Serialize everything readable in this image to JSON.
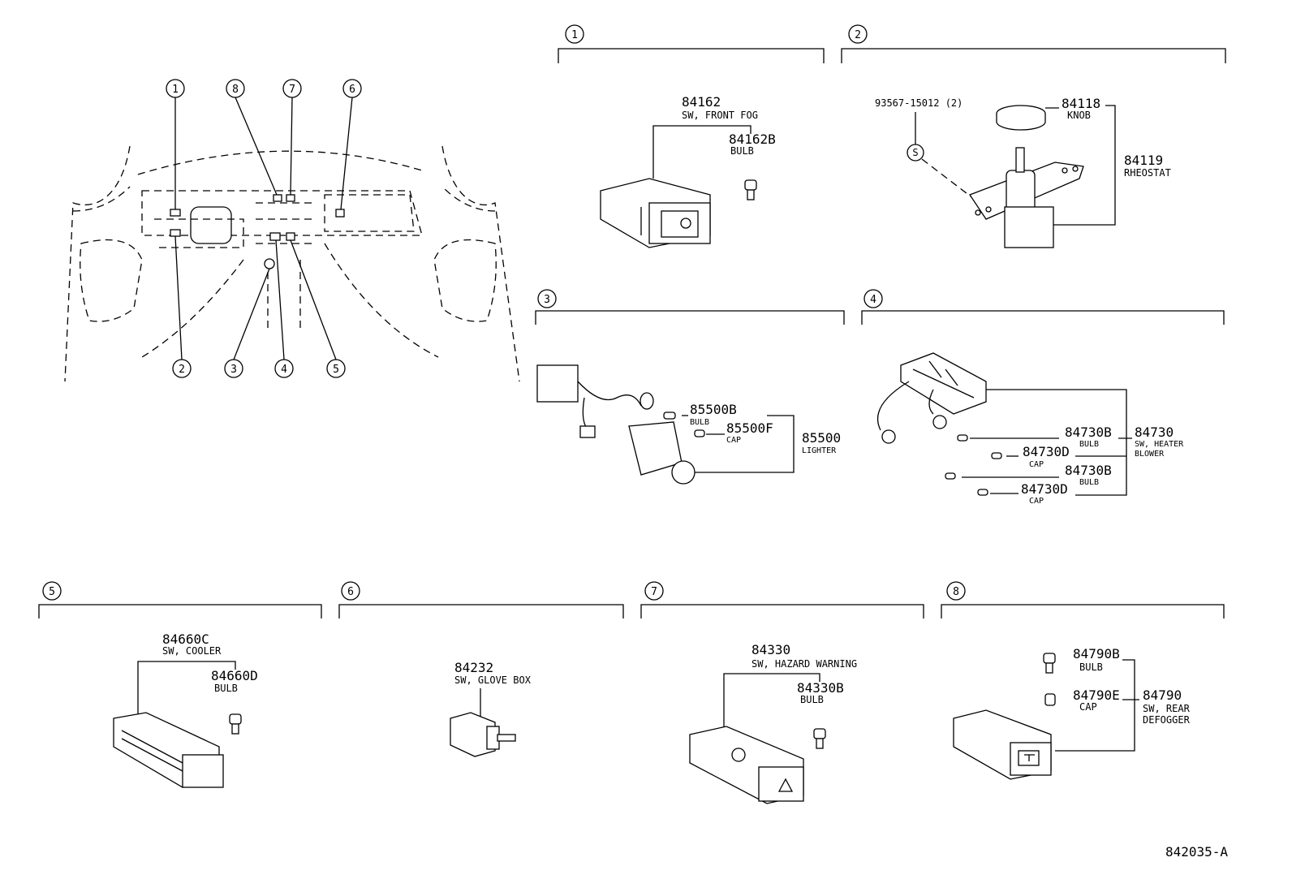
{
  "diagram": {
    "reference": "842035-A",
    "overview_callouts": [
      "1",
      "8",
      "7",
      "6",
      "2",
      "3",
      "4",
      "5"
    ],
    "sections": [
      {
        "num": "1",
        "parts": [
          {
            "no": "84162",
            "name": "SW, FRONT FOG"
          },
          {
            "no": "84162B",
            "name": "BULB"
          }
        ]
      },
      {
        "num": "2",
        "parts": [
          {
            "no": "93567-15012 (2)",
            "name": ""
          },
          {
            "no": "84118",
            "name": "KNOB"
          },
          {
            "no": "84119",
            "name": "RHEOSTAT"
          }
        ],
        "screw_mark": "S"
      },
      {
        "num": "3",
        "parts": [
          {
            "no": "85500B",
            "name": "BULB"
          },
          {
            "no": "85500F",
            "name": "CAP"
          },
          {
            "no": "85500",
            "name": "LIGHTER"
          }
        ]
      },
      {
        "num": "4",
        "parts": [
          {
            "no": "84730B",
            "name": "BULB"
          },
          {
            "no": "84730D",
            "name": "CAP"
          },
          {
            "no": "84730B",
            "name": "BULB"
          },
          {
            "no": "84730D",
            "name": "CAP"
          },
          {
            "no": "84730",
            "name": "SW, HEATER",
            "name2": "BLOWER"
          }
        ]
      },
      {
        "num": "5",
        "parts": [
          {
            "no": "84660C",
            "name": "SW, COOLER"
          },
          {
            "no": "84660D",
            "name": "BULB"
          }
        ]
      },
      {
        "num": "6",
        "parts": [
          {
            "no": "84232",
            "name": "SW, GLOVE BOX"
          }
        ]
      },
      {
        "num": "7",
        "parts": [
          {
            "no": "84330",
            "name": "SW, HAZARD WARNING"
          },
          {
            "no": "84330B",
            "name": "BULB"
          }
        ]
      },
      {
        "num": "8",
        "parts": [
          {
            "no": "84790B",
            "name": "BULB"
          },
          {
            "no": "84790E",
            "name": "CAP"
          },
          {
            "no": "84790",
            "name": "SW, REAR",
            "name2": "DEFOGGER"
          }
        ]
      }
    ]
  }
}
